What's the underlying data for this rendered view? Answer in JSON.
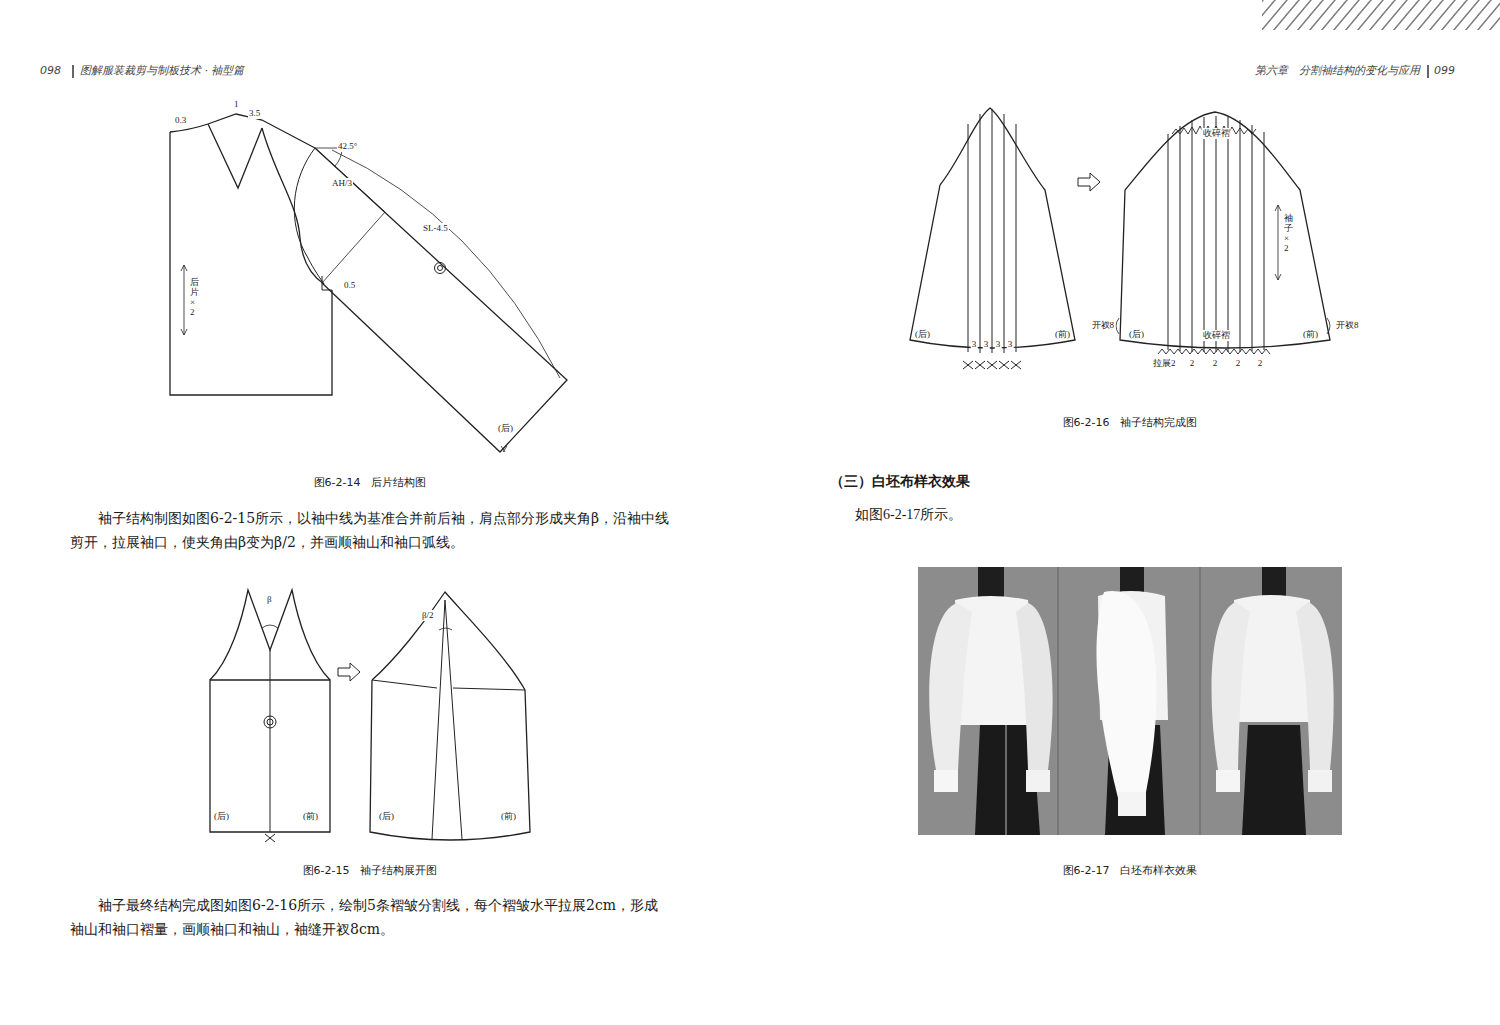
{
  "diagram": {
    "labels": [
      "098",
      "图解服装裁剪与制板技术 · 袖型篇",
      "第六章　分割袖结构的变化与应用",
      "099",
      "0.3",
      "1",
      "3.5",
      "42.5°",
      "AH/3",
      "SL-4.5",
      "0.5",
      "后片×2",
      "(后)",
      "图6-2-14　后片结构图",
      "袖子结构制图如图6-2-15所示，以袖中线为基准合并前后袖，肩点部分形成夹角β，沿袖中线剪开，拉展袖口，使夹角由β变为β/2，并画顺袖山和袖口弧线。",
      "β",
      "(后)",
      "(前)",
      "β/2",
      "(后)",
      "(前)",
      "图6-2-15　袖子结构展开图",
      "袖子最终结构完成图如图6-2-16所示，绘制5条褶皱分割线，每个褶皱水平拉展2cm，形成袖山和袖口褶量，画顺袖口和袖山，袖缝开衩8cm。",
      "(后)",
      "(前)",
      "3",
      "3",
      "3",
      "3",
      "收碎褶",
      "袖子×2",
      "开衩8",
      "(后)",
      "收碎褶",
      "(前)",
      "开衩8",
      "拉展2",
      "2",
      "2",
      "2",
      "2",
      "图6-2-16　袖子结构完成图",
      "（三）白坯布样衣效果",
      "如图6-2-17所示。",
      "图6-2-17　白坯布样衣效果"
    ]
  }
}
